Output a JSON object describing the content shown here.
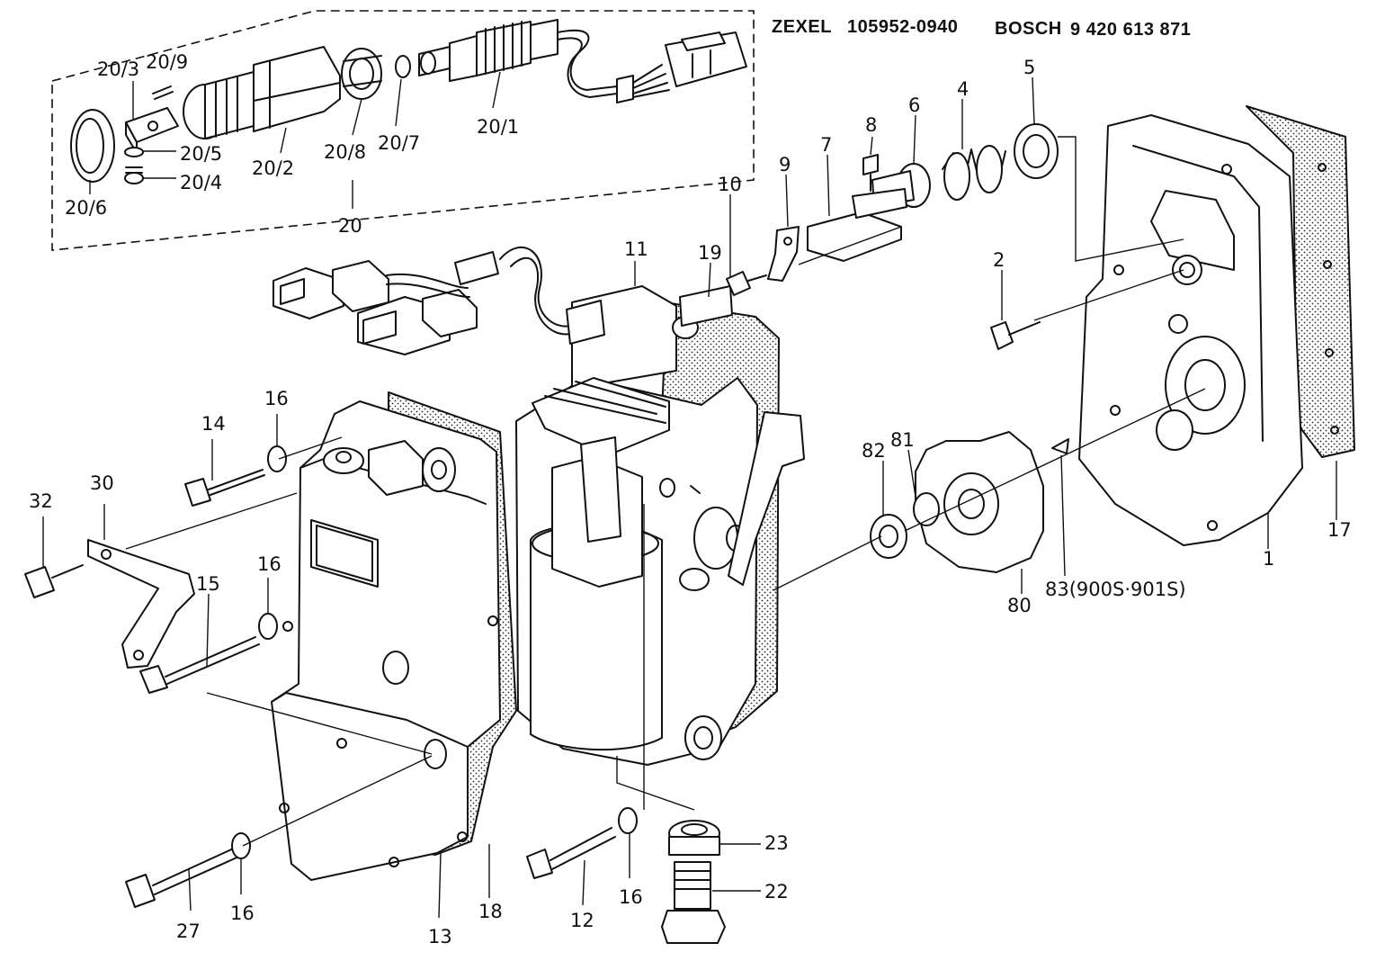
{
  "header": {
    "zexel_label": "ZEXEL",
    "zexel_number": "105952-0940",
    "bosch_label": "BOSCH",
    "bosch_number": "9 420 613 871"
  },
  "callouts": {
    "p20_3": "20/3",
    "p20_9": "20/9",
    "p20_5": "20/5",
    "p20_4": "20/4",
    "p20_6": "20/6",
    "p20_2": "20/2",
    "p20_8": "20/8",
    "p20_7": "20/7",
    "p20_1": "20/1",
    "p20": "20",
    "p1": "1",
    "p2": "2",
    "p4": "4",
    "p5": "5",
    "p6": "6",
    "p7": "7",
    "p8": "8",
    "p9": "9",
    "p10": "10",
    "p11": "11",
    "p12": "12",
    "p13": "13",
    "p14": "14",
    "p15": "15",
    "p16a": "16",
    "p16b": "16",
    "p16c": "16",
    "p16d": "16",
    "p17": "17",
    "p18": "18",
    "p19": "19",
    "p22": "22",
    "p23": "23",
    "p27": "27",
    "p30": "30",
    "p32": "32",
    "p80": "80",
    "p81": "81",
    "p82": "82",
    "p83": "83(900S·901S)"
  }
}
